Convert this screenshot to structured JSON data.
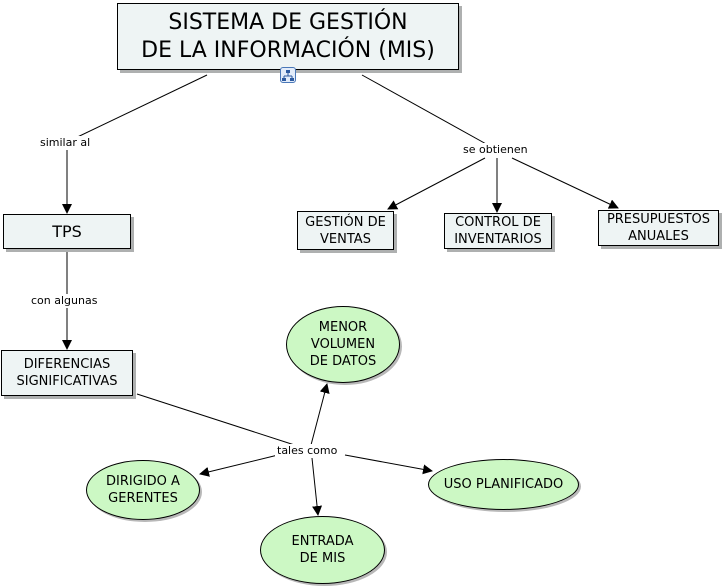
{
  "title": "SISTEMA DE GESTIÓN\nDE LA INFORMACIÓN (MIS)",
  "concepts": {
    "tps": "TPS",
    "diferencias": "DIFERENCIAS\nSIGNIFICATIVAS",
    "ventas": "GESTIÓN DE\nVENTAS",
    "inventarios": "CONTROL DE\nINVENTARIOS",
    "presupuestos": "PRESUPUESTOS\nANUALES",
    "menor_volumen": "MENOR\nVOLUMEN\nDE DATOS",
    "dirigido": "DIRIGIDO A\nGERENTES",
    "uso": "USO PLANIFICADO",
    "entrada": "ENTRADA\nDE MIS"
  },
  "linking_phrases": {
    "similar": "similar al",
    "obtienen": "se obtienen",
    "algunas": "con algunas",
    "tales": "tales como"
  },
  "icons": {
    "map": "concept-map-icon"
  },
  "colors": {
    "box_fill": "#eef4f4",
    "oval_fill": "#ccf8c4",
    "line": "#000000",
    "shadow": "#aeb0b0"
  }
}
